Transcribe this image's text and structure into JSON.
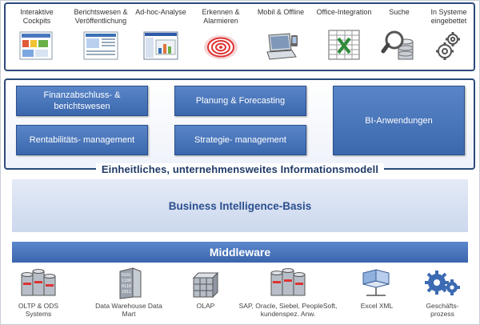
{
  "tools": [
    {
      "label": "Interaktive Cockpits",
      "icon": "dashboard-screenshot-icon"
    },
    {
      "label": "Berichtswesen & Veröffentlichung",
      "icon": "report-screenshot-icon"
    },
    {
      "label": "Ad-hoc-Analyse",
      "icon": "analysis-window-icon"
    },
    {
      "label": "Erkennen & Alarmieren",
      "icon": "target-icon"
    },
    {
      "label": "Mobil & Offline",
      "icon": "laptop-icon"
    },
    {
      "label": "Office-Integration",
      "icon": "spreadsheet-icon"
    },
    {
      "label": "Suche",
      "icon": "magnifier-database-icon"
    },
    {
      "label": "In Systeme eingebettet",
      "icon": "gears-icon"
    }
  ],
  "applications": {
    "finanzabschluss": "Finanzabschluss- & berichtswesen",
    "rentabilitaet": "Rentabilitäts- management",
    "planung": "Planung & Forecasting",
    "strategie": "Strategie- management",
    "bi_anwendungen": "BI-Anwendungen"
  },
  "model_label": "Einheitliches, unternehmensweites Informationsmodell",
  "bi_basis_label": "Business Intelligence-Basis",
  "middleware_label": "Middleware",
  "sources": [
    {
      "label": "OLTP & ODS Systems",
      "icon": "database-servers-icon"
    },
    {
      "label": "Data Warehouse Data Mart",
      "icon": "binary-building-icon"
    },
    {
      "label": "OLAP",
      "icon": "olap-cube-icon"
    },
    {
      "label": "SAP, Oracle, Siebel, PeopleSoft, kundenspez. Anw.",
      "icon": "erp-databases-icon"
    },
    {
      "label": "Excel XML",
      "icon": "xml-files-icon"
    },
    {
      "label": "Geschäfts-prozess",
      "icon": "process-gears-icon"
    }
  ],
  "colors": {
    "accent": "#3b67ad",
    "frame": "#2c4a7a",
    "basis_text": "#2a4f8e"
  }
}
